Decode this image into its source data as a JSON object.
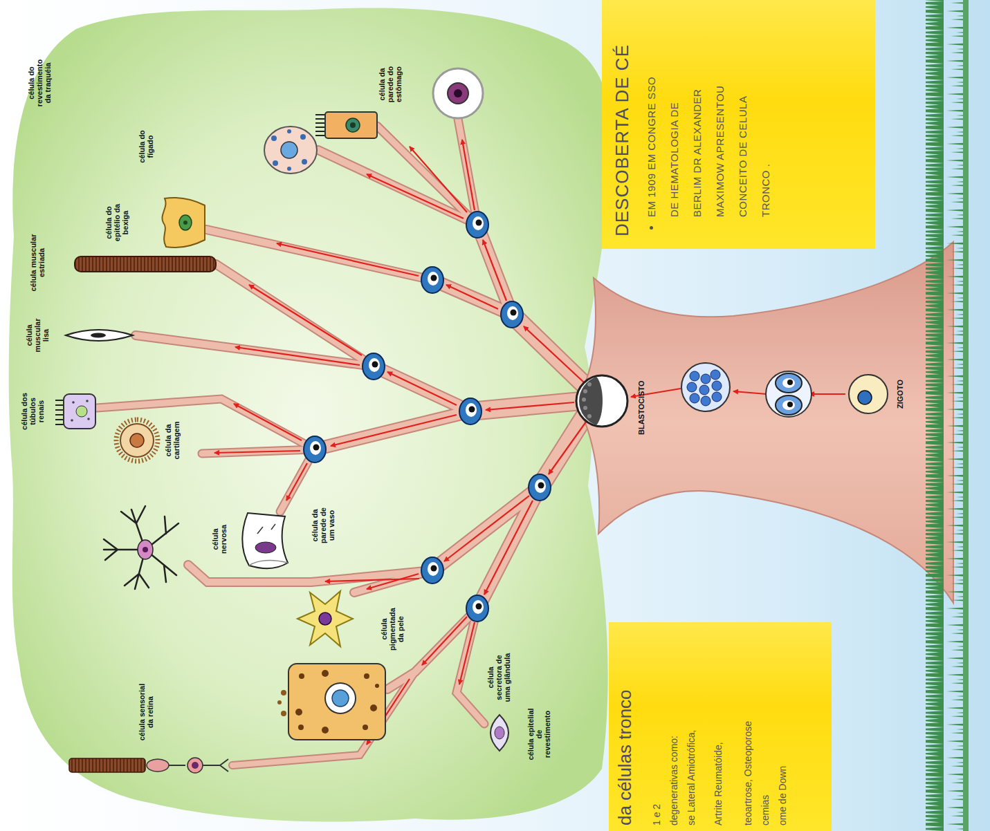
{
  "diagram": {
    "nodes": [
      {
        "text": [
          "célula dos túbulos renais"
        ]
      },
      {
        "text": [
          "célula muscular lisa"
        ]
      },
      {
        "text": [
          "célula muscular estriada"
        ]
      },
      {
        "text": [
          "célula do revestimento da traquéia"
        ]
      },
      {
        "text": [
          "célula do epitélio da bexiga"
        ]
      },
      {
        "text": [
          "célula sensorial da retina"
        ]
      },
      {
        "text": [
          "célula do fígado"
        ]
      },
      {
        "text": [
          "célula da cartilagem"
        ]
      },
      {
        "text": [
          "célula nervosa"
        ]
      },
      {
        "text": [
          "célula da parede de um vaso"
        ]
      },
      {
        "text": [
          "célula da parede do estômago"
        ]
      },
      {
        "text": [
          "célula pigmentada da pele"
        ]
      },
      {
        "text": [
          "célula secretora de uma glândula"
        ]
      },
      {
        "text": [
          "célula epitelial de revestimento"
        ]
      },
      {
        "text": [
          "BLASTOCISTO"
        ]
      },
      {
        "text": [
          "ZIGOTO"
        ]
      },
      {
        "text": [
          "DESCOBERTA DE CÉ",
          "EM 1909 EM CONGRE SSO DE HEMATOLOGIA DE BERLIM DR ALEXANDER MAXIMOW APRESENTOU CONCEITO DE CELULA TRONCO ."
        ]
      },
      {
        "text": [
          "da células tronco",
          "1 e 2",
          "degenerativas como:",
          "se Lateral Amiotrófica,",
          "Artrite Reumatóide,",
          "teoartrose, Osteoporose",
          "cemias",
          "ome de Down"
        ]
      }
    ]
  }
}
